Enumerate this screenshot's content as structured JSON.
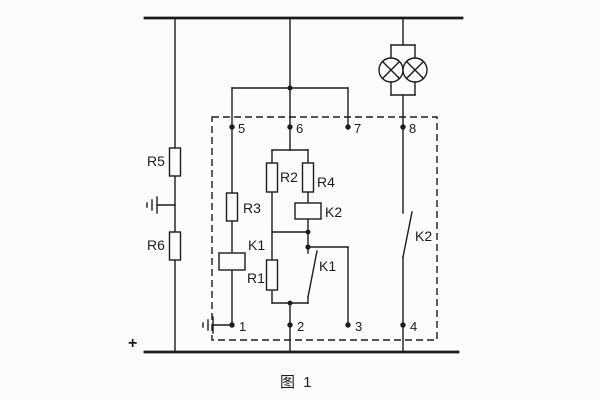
{
  "figure": {
    "caption": "图 1",
    "polarity_mark": "+"
  },
  "terminals": {
    "top": [
      "5",
      "6",
      "7",
      "8"
    ],
    "bottom": [
      "1",
      "2",
      "3",
      "4"
    ]
  },
  "components": {
    "r5": "R5",
    "r6": "R6",
    "r3": "R3",
    "r2": "R2",
    "r4": "R4",
    "r1": "R1",
    "k1_coil": "K1",
    "k2_coil": "K2",
    "k1_contact": "K1",
    "k2_contact": "K2"
  },
  "colors": {
    "line": "#1c1c1c",
    "background": "#fcfcfc"
  }
}
